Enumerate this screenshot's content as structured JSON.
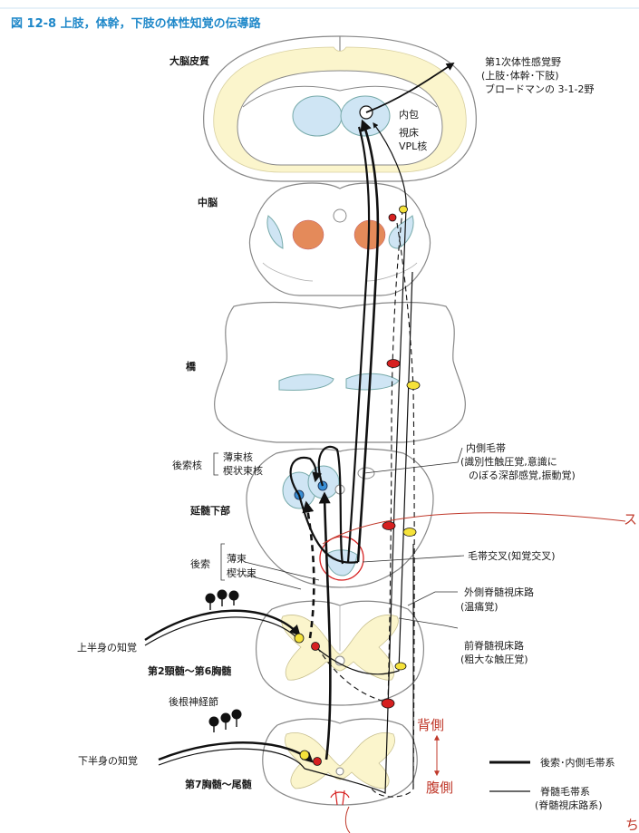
{
  "figure_title": "図 12-8  上肢，体幹，下肢の体性知覚の伝導路",
  "labels": {
    "cerebral_cortex": "大脳皮質",
    "somatosensory_1": "第1次体性感覚野",
    "somatosensory_2": "(上肢･体幹･下肢)",
    "somatosensory_3": "ブロードマンの 3-1-2野",
    "internal_capsule": "内包",
    "thalamus": "視床",
    "vpl": "VPL核",
    "midbrain": "中脳",
    "pons": "橋",
    "posterior_nuclei": "後索核",
    "gracile_nucleus": "薄束核",
    "cuneate_nucleus": "楔状束核",
    "medial_lemniscus": "内側毛帯",
    "ml_desc_1": "(識別性触圧覚,意識に",
    "ml_desc_2": "のぼる深部感覚,振動覚)",
    "lower_medulla": "延髄下部",
    "lemniscal_decussation": "毛帯交叉(知覚交叉)",
    "posterior_funiculus": "後索",
    "fasciculus_gracilis": "薄束",
    "fasciculus_cuneatus": "楔状束",
    "lateral_stt_1": "外側脊髄視床路",
    "lateral_stt_2": "(温痛覚)",
    "upper_body": "上半身の知覚",
    "c2_t6": "第2頸髄～第6胸髄",
    "anterior_stt_1": "前脊髄視床路",
    "anterior_stt_2": "(粗大な触圧覚)",
    "dorsal_root_ganglion": "後根神経節",
    "lower_body": "下半身の知覚",
    "t7_coccyx": "第7胸髄～尾髄"
  },
  "legend": {
    "thick_label": "後索･内側毛帯系",
    "thin_label_1": "脊髄毛帯系",
    "thin_label_2": "(脊髄視床路系)"
  },
  "handwriting": {
    "dorsal": "背側",
    "ventral": "腹側",
    "edge_mark_1": "ス",
    "edge_mark_2": "ち"
  },
  "colors": {
    "title": "#1f88c9",
    "nucleus_blue": "#cfe5f4",
    "gray_matter": "#fbf5cc",
    "red_nucleus": "#e48a5a",
    "dot_red": "#d62020",
    "dot_yellow": "#f5e23a",
    "dot_blue": "#3a8fd6",
    "annotation_red": "#c0392b"
  }
}
